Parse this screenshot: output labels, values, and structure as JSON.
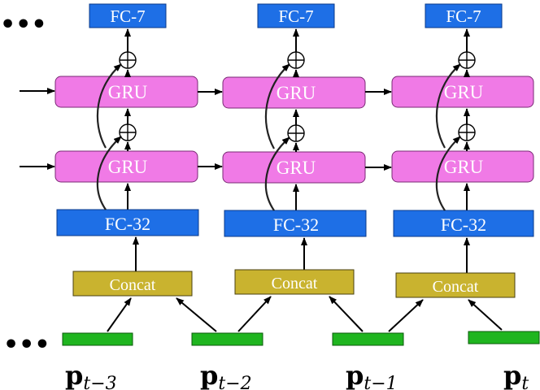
{
  "diagram": {
    "ellipsis": "•••",
    "fc7_label": "FC-7",
    "gru_label": "GRU",
    "fc32_label": "FC-32",
    "concat_label": "Concat",
    "colors": {
      "fc": "#1e6fe6",
      "gru": "#f07ae6",
      "concat": "#c9b32f",
      "input": "#1fb51f"
    },
    "columns": [
      {
        "fc7": "FC-7",
        "gru_top": "GRU",
        "gru_bottom": "GRU",
        "fc32": "FC-32",
        "concat": "Concat"
      },
      {
        "fc7": "FC-7",
        "gru_top": "GRU",
        "gru_bottom": "GRU",
        "fc32": "FC-32",
        "concat": "Concat"
      },
      {
        "fc7": "FC-7",
        "gru_top": "GRU",
        "gru_bottom": "GRU",
        "fc32": "FC-32",
        "concat": "Concat"
      }
    ],
    "inputs": [
      {
        "symbol": "p",
        "subscript": "t−3"
      },
      {
        "symbol": "p",
        "subscript": "t−2"
      },
      {
        "symbol": "p",
        "subscript": "t−1"
      },
      {
        "symbol": "p",
        "subscript": "t"
      }
    ]
  }
}
